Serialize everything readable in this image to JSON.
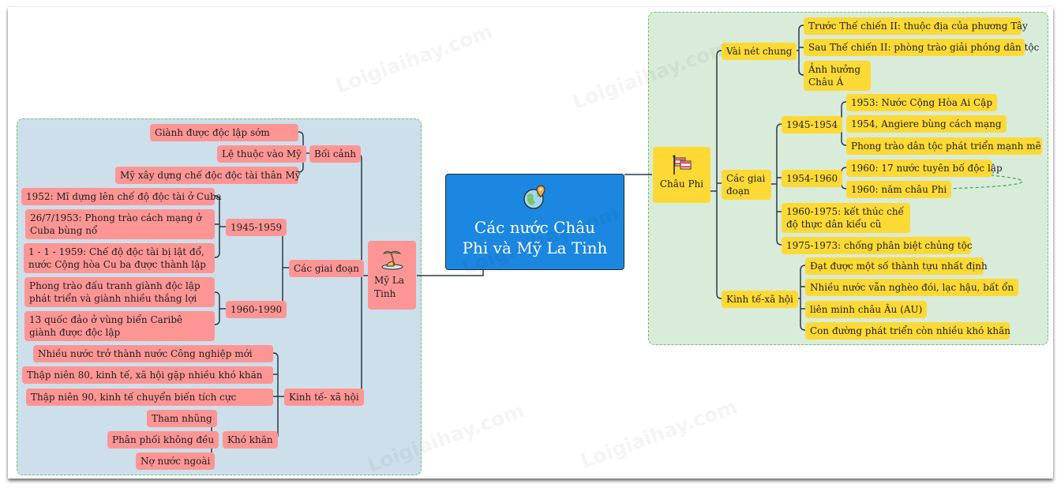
{
  "root": {
    "title_line1": "Các nước Châu",
    "title_line2": "Phi và Mỹ La Tinh",
    "icon": "globe-pin-icon"
  },
  "latin_america": {
    "label": "Mỹ La Tinh",
    "icon": "island-palm-icon",
    "color": "#fd9594",
    "branches": {
      "context": {
        "label": "Bối cảnh",
        "items": [
          "Giành được độc lập sớm",
          "Lệ thuộc vào Mỹ",
          "Mỹ xây dựng chế độc độc tài thân Mỹ"
        ]
      },
      "stages": {
        "label": "Các giai đoạn",
        "periods": [
          {
            "label": "1945-1959",
            "items": [
              "1952: Mĩ dựng lên chế độ độc tài  ở Cuba",
              "26/7/1953: Phong trào cách mạng ở Cuba bùng nổ",
              "1 - 1 - 1959: Chế độ độc tài bị lật đổ, nước Cộng hòa Cu ba được thành lập"
            ]
          },
          {
            "label": "1960-1990",
            "items": [
              "Phong trào đấu tranh giành độc lập phát triển và giành nhiều thắng lợi",
              "13 quốc đảo ở vùng biển Caribê giành được độc lập"
            ]
          }
        ]
      },
      "economy": {
        "label": "Kinh tế- xã hội",
        "items": [
          "Nhiều nước trở thành nước Công nghiệp mới",
          "Thập niên 80, kinh tế, xã hội gặp nhiều khó khăn",
          "Thập niên 90, kinh tế chuyển biến tích cực"
        ],
        "difficulties": {
          "label": "Khó khăn",
          "items": [
            "Tham nhũng",
            "Phân phối không đều",
            "Nợ nước ngoài"
          ]
        }
      }
    }
  },
  "africa": {
    "label": "Châu Phi",
    "icon": "flag-icon",
    "color": "#fdd935",
    "branches": {
      "overview": {
        "label": "Vài nét chung",
        "items": [
          "Trước Thế chiến II: thuộc địa của phương Tây",
          "Sau Thế chiến II: phòng trào giải phóng dân tộc",
          "Ảnh hưởng Châu Á"
        ]
      },
      "stages": {
        "label": "Các giai đoạn",
        "periods": [
          {
            "label": "1945-1954",
            "items": [
              "1953: Nước Cộng Hòa Ai Cập",
              "1954, Angiere bùng cách mạng",
              "Phong trào dân tộc phát triển mạnh mẽ"
            ]
          },
          {
            "label": "1954-1960",
            "items": [
              "1960: 17 nước tuyên bố độc lập",
              "1960: năm châu Phi"
            ]
          },
          {
            "label": "1960-1975: kết thúc chế độ thực dân kiểu cũ",
            "items": []
          },
          {
            "label": "1975-1973: chống phân biệt chủng tộc",
            "items": []
          }
        ]
      },
      "economy": {
        "label": "Kinh tế-xã hội",
        "items": [
          "Đạt được một số thành tựu nhất định",
          "Nhiều nước vẫn nghèo đói, lạc hậu, bất ổn",
          "liên minh châu Âu (AU)",
          "Con đường phát triển còn nhiều khó khăn"
        ]
      }
    }
  },
  "watermark": "Loigiaihay.com"
}
